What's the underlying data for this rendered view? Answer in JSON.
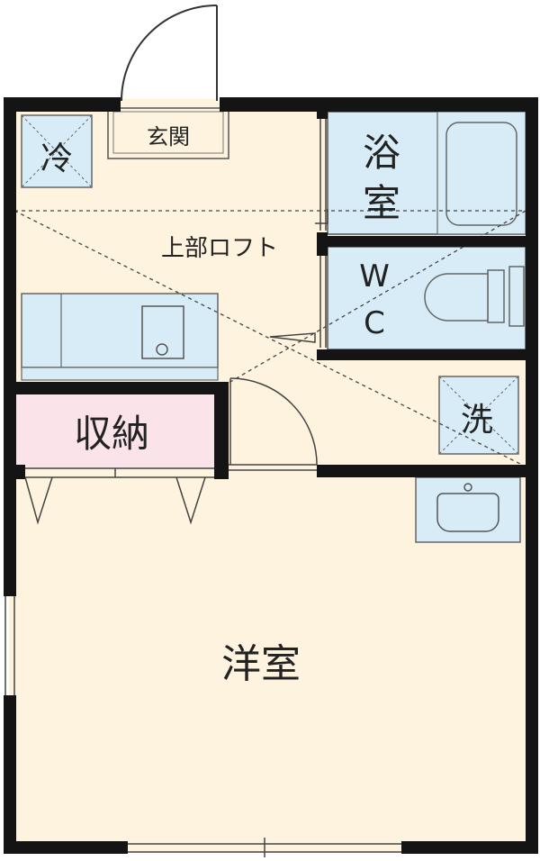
{
  "labels": {
    "fridge": "冷",
    "entrance": "玄関",
    "bath_1": "浴",
    "bath_2": "室",
    "loft": "上部ロフト",
    "wc_1": "W",
    "wc_2": "C",
    "storage": "収納",
    "washer": "洗",
    "western_room": "洋室"
  },
  "colors": {
    "floor": "#fdf3de",
    "wet_area": "#d7ecf6",
    "storage": "#fbe3ea",
    "wall": "#141414"
  }
}
